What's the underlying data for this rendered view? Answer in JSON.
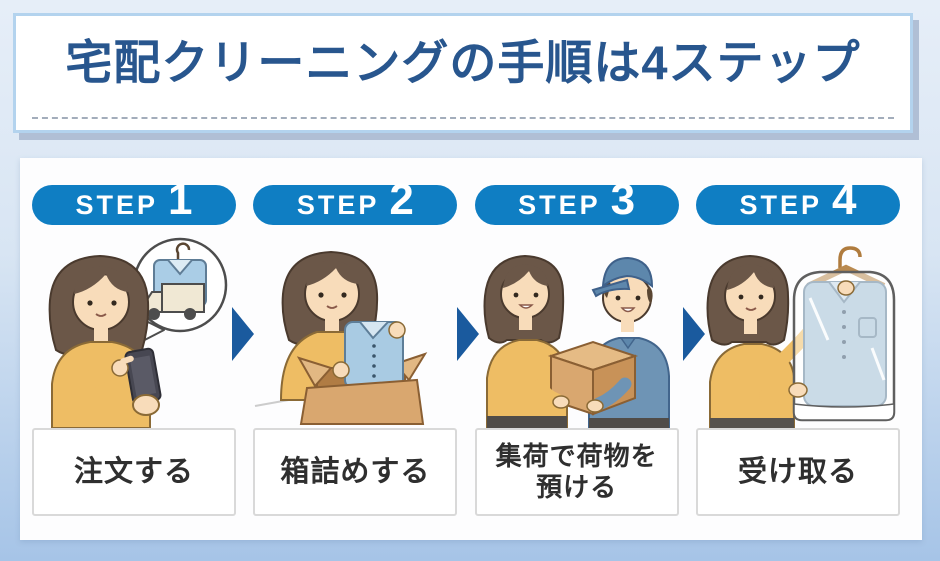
{
  "header": {
    "title": "宅配クリーニングの手順は4ステップ",
    "title_color": "#28568e"
  },
  "steps": [
    {
      "step_word": "STEP",
      "number": "1",
      "label": "注文する",
      "illustration": "woman-ordering-on-smartphone-icon"
    },
    {
      "step_word": "STEP",
      "number": "2",
      "label": "箱詰めする",
      "illustration": "woman-packing-shirt-into-box-icon"
    },
    {
      "step_word": "STEP",
      "number": "3",
      "label": "集荷で荷物を\n預ける",
      "illustration": "woman-handing-box-to-courier-icon"
    },
    {
      "step_word": "STEP",
      "number": "4",
      "label": "受け取る",
      "illustration": "woman-receiving-cleaned-shirt-icon"
    }
  ],
  "colors": {
    "badge_blue": "#0f7ec3",
    "arrow_blue": "#1a5a9e",
    "label_text": "#2f2f2f",
    "background_bottom": "#a6c4e7"
  }
}
